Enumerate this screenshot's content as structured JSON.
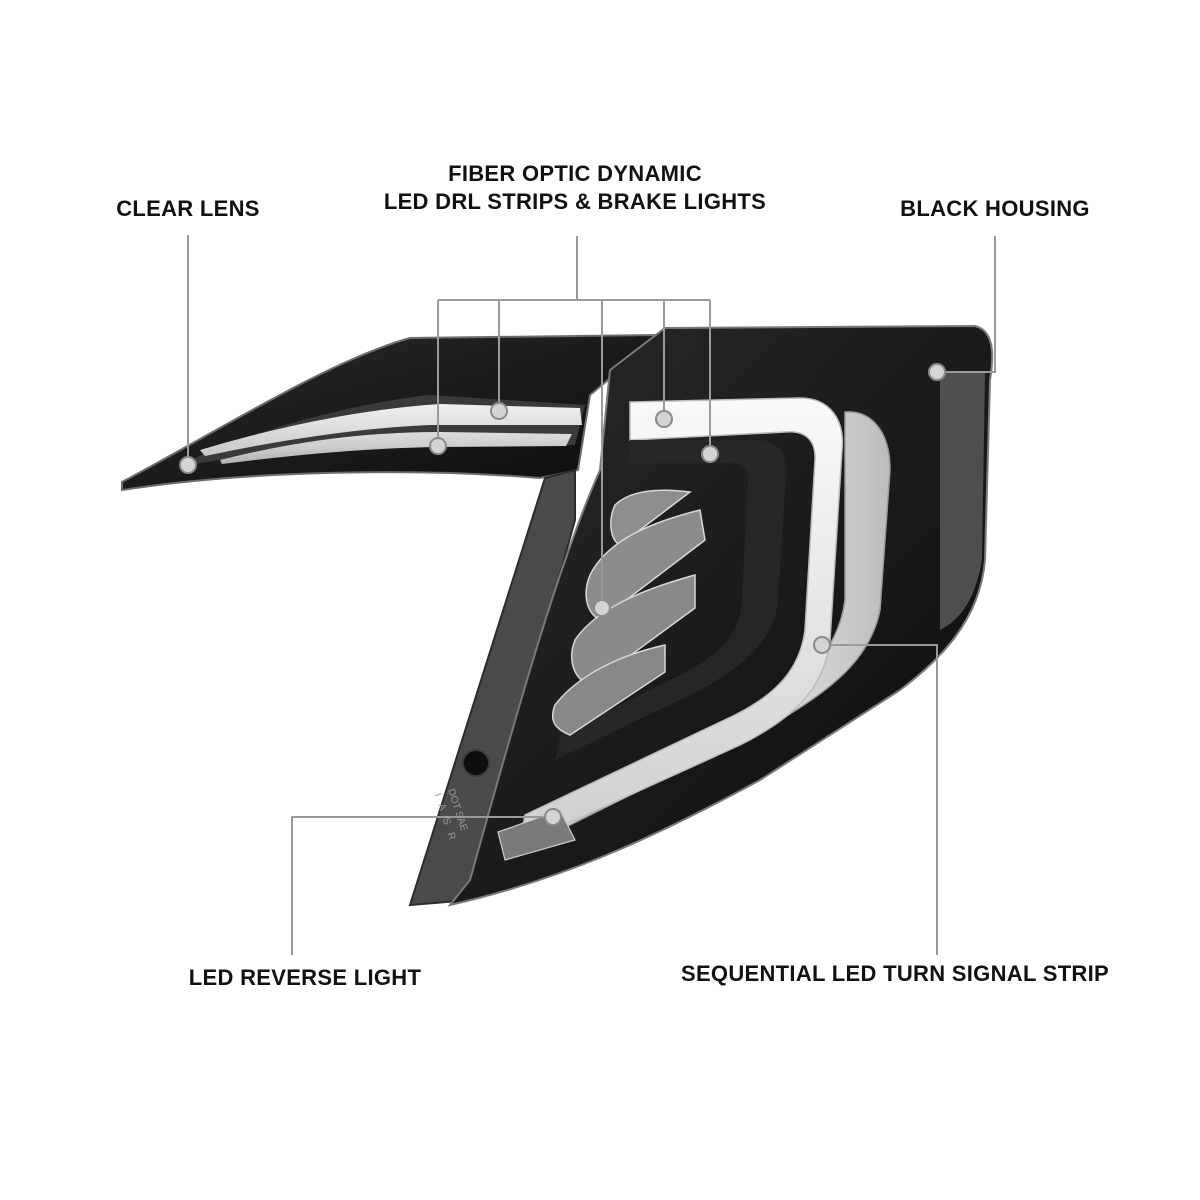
{
  "callouts": {
    "clear_lens": "CLEAR LENS",
    "fiber_optic_line1": "FIBER OPTIC DYNAMIC",
    "fiber_optic_line2": "LED DRL STRIPS & BRAKE LIGHTS",
    "black_housing": "BLACK HOUSING",
    "led_reverse_light": "LED REVERSE LIGHT",
    "sequential_turn_signal": "SEQUENTIAL LED TURN SIGNAL STRIP"
  },
  "housing_markings": {
    "line1": "DOT SAE",
    "line2": "I A S R"
  },
  "colors": {
    "leader_line": "#9a9a9a",
    "housing": "#1b1b1b",
    "light_strip": "#e6e6e6",
    "text": "#111111"
  }
}
